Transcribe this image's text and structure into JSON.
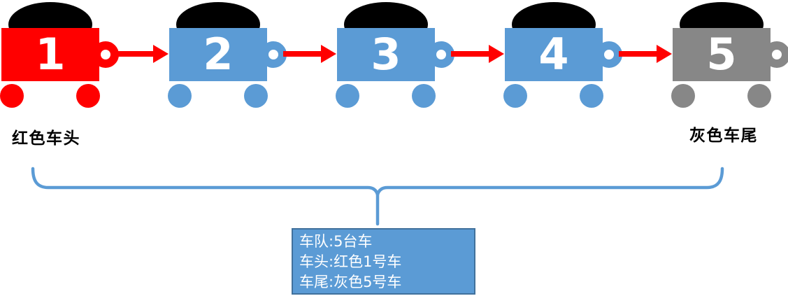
{
  "train": {
    "roof_color": "#000000",
    "number_color": "#FFFFFF",
    "arrow_color": "#FF0000",
    "cars": [
      {
        "number": "1",
        "body_color": "#FF0000",
        "wheel_color": "#FF0000",
        "role": "head"
      },
      {
        "number": "2",
        "body_color": "#5B9BD5",
        "wheel_color": "#5B9BD5",
        "role": "middle"
      },
      {
        "number": "3",
        "body_color": "#5B9BD5",
        "wheel_color": "#5B9BD5",
        "role": "middle"
      },
      {
        "number": "4",
        "body_color": "#5B9BD5",
        "wheel_color": "#5B9BD5",
        "role": "middle"
      },
      {
        "number": "5",
        "body_color": "#878787",
        "wheel_color": "#878787",
        "role": "tail"
      }
    ]
  },
  "labels": {
    "head": "红色车头",
    "tail": "灰色车尾"
  },
  "brace": {
    "color": "#5B9BD5"
  },
  "annotation_box": {
    "fill": "#5B9BD5",
    "border_color": "#41719C",
    "text_color": "#FFFFFF",
    "lines": [
      "车队:5台车",
      "车头:红色1号车",
      "车尾:灰色5号车"
    ]
  }
}
